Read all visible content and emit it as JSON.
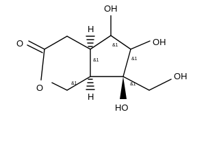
{
  "molecule": {
    "atom_labels": {
      "carbonyl_o": "O",
      "ring_o": "O",
      "oh_top_left": "OH",
      "oh_top_right": "OH",
      "oh_right": "OH",
      "oh_bottom": "HO",
      "h_top": "H",
      "h_bottom": "H"
    },
    "stereo_labels": {
      "c_top_fused": "&1",
      "c_bottom_fused": "&1",
      "c_oh_left": "&1",
      "c_oh_right": "&1",
      "c_quaternary": "&1"
    }
  }
}
